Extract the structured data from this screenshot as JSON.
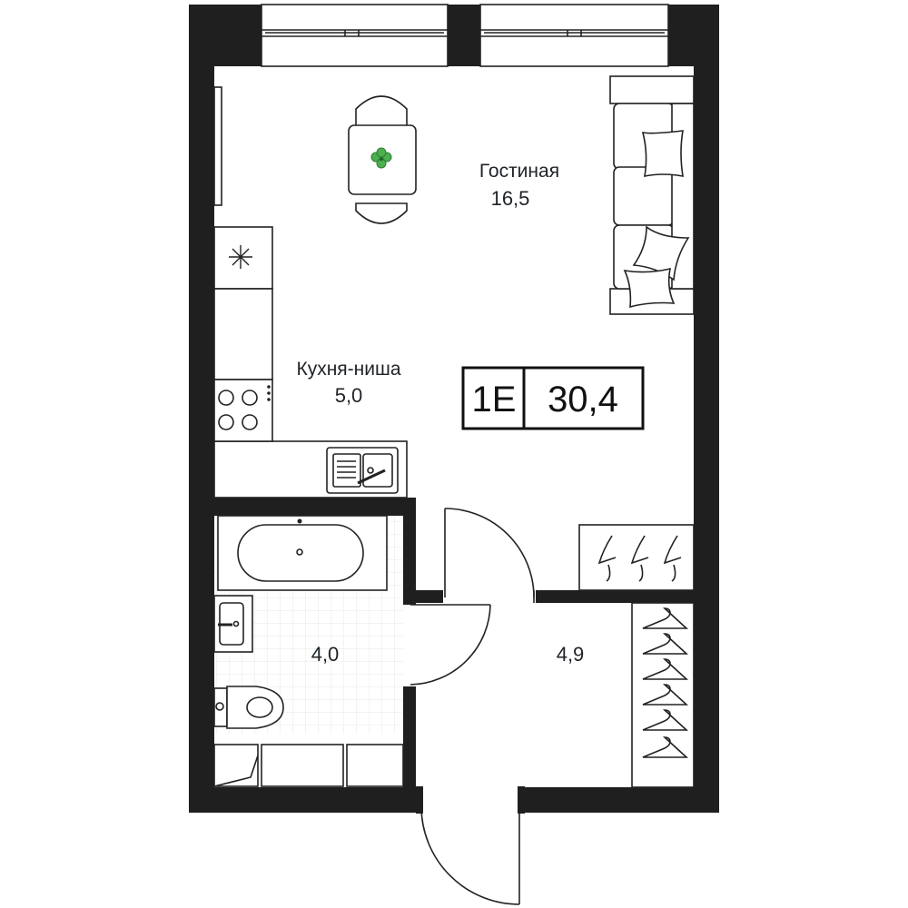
{
  "rooms": {
    "living": {
      "name": "Гостиная",
      "area": "16,5"
    },
    "kitchen": {
      "name": "Кухня-ниша",
      "area": "5,0"
    },
    "bathroom": {
      "area": "4,0"
    },
    "hall": {
      "area": "4,9"
    }
  },
  "badge": {
    "type": "1E",
    "total_area": "30,4"
  },
  "colors": {
    "wall": "#1f1f1f",
    "plant": "#4caf50",
    "tile_grid": "#e6e8ea"
  },
  "icons": [
    "dining-table-icon",
    "plant-icon",
    "sofa-icon",
    "pillow-icon",
    "stove-icon",
    "fridge-icon",
    "sink-icon",
    "bathtub-icon",
    "washbasin-icon",
    "toilet-icon",
    "hanger-icon",
    "door-swing-icon",
    "window-icon"
  ]
}
